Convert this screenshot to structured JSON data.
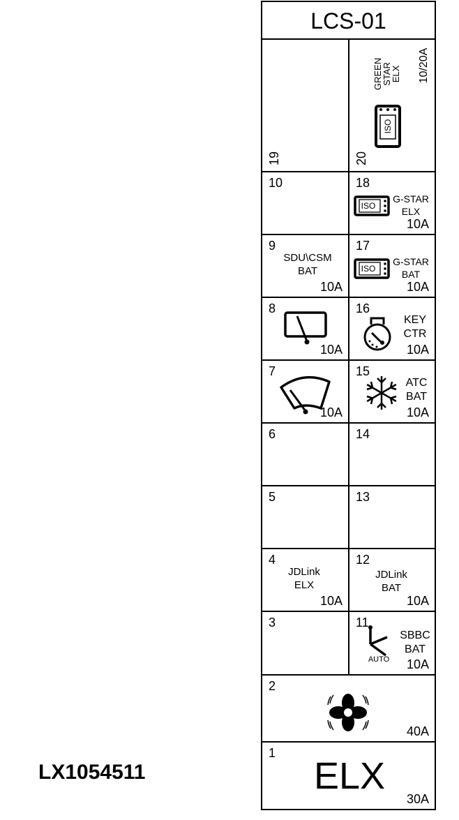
{
  "title": "LCS-01",
  "reference": "LX1054511",
  "fuses": {
    "f19": {
      "num": "19"
    },
    "f20": {
      "num": "20",
      "label_lines": [
        "GREEN",
        "STAR",
        "ELX"
      ],
      "amp": "10/20A",
      "icon": "iso-relay-icon",
      "icon_text": "ISO"
    },
    "f10": {
      "num": "10"
    },
    "f18": {
      "num": "18",
      "label_lines": [
        "G-STAR",
        "ELX"
      ],
      "amp": "10A",
      "icon": "iso-relay-icon",
      "icon_text": "ISO"
    },
    "f9": {
      "num": "9",
      "label_lines": [
        "SDU\\CSM",
        "BAT"
      ],
      "amp": "10A"
    },
    "f17": {
      "num": "17",
      "label_lines": [
        "G-STAR",
        "BAT"
      ],
      "amp": "10A",
      "icon": "iso-relay-icon",
      "icon_text": "ISO"
    },
    "f8": {
      "num": "8",
      "amp": "10A",
      "icon": "rear-wiper-icon"
    },
    "f16": {
      "num": "16",
      "label_lines": [
        "KEY",
        "CTR"
      ],
      "amp": "10A",
      "icon": "key-switch-icon"
    },
    "f7": {
      "num": "7",
      "amp": "10A",
      "icon": "front-wiper-icon"
    },
    "f15": {
      "num": "15",
      "label_lines": [
        "ATC",
        "BAT"
      ],
      "amp": "10A",
      "icon": "snowflake-icon"
    },
    "f6": {
      "num": "6"
    },
    "f14": {
      "num": "14"
    },
    "f5": {
      "num": "5"
    },
    "f13": {
      "num": "13"
    },
    "f4": {
      "num": "4",
      "label_lines": [
        "JDLink",
        "ELX"
      ],
      "amp": "10A"
    },
    "f12": {
      "num": "12",
      "label_lines": [
        "JDLink",
        "BAT"
      ],
      "amp": "10A"
    },
    "f3": {
      "num": "3"
    },
    "f11": {
      "num": "11",
      "label_lines": [
        "SBBC",
        "BAT"
      ],
      "amp": "10A",
      "icon": "auto-seat-icon",
      "icon_text": "AUTO"
    },
    "f2": {
      "num": "2",
      "amp": "40A",
      "icon": "fan-icon"
    },
    "f1": {
      "num": "1",
      "label": "ELX",
      "amp": "30A"
    }
  }
}
